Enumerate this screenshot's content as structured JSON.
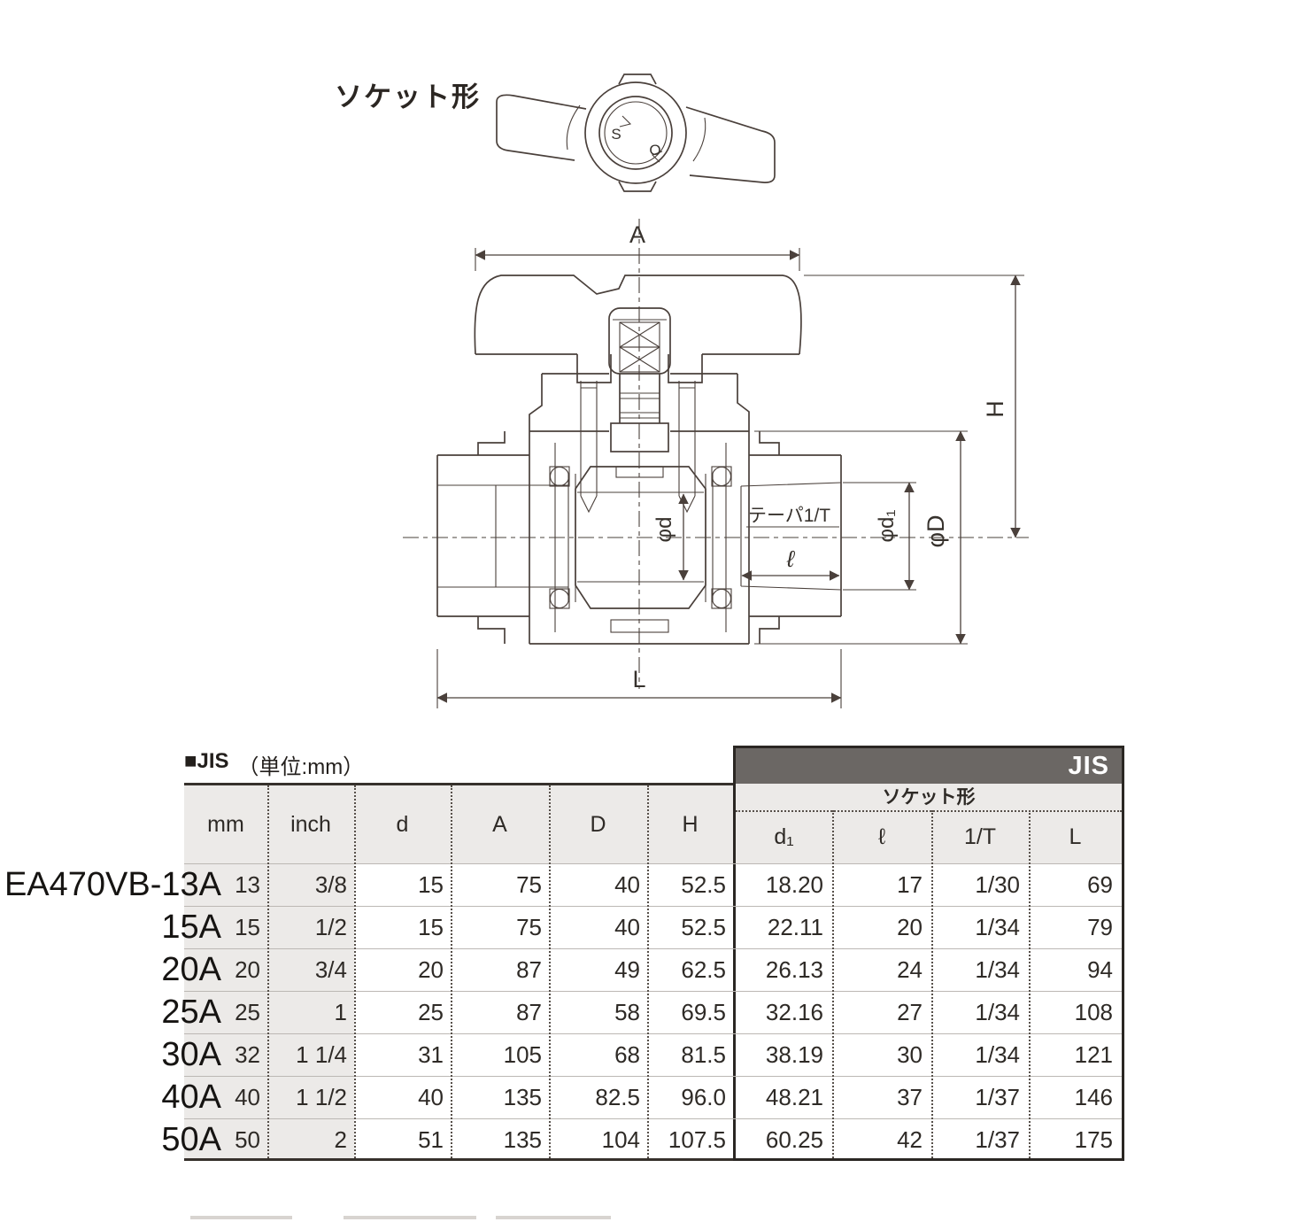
{
  "drawing": {
    "title": "ソケット形",
    "top_view_markings": {
      "shut": "S",
      "open": "O"
    },
    "dim_labels": {
      "A": "A",
      "H": "H",
      "L": "L",
      "phi_d": "φd",
      "phi_d1": "φd₁",
      "phi_D": "φD",
      "ell": "ℓ",
      "taper": "テーパ1/T"
    }
  },
  "table": {
    "section_label": "■JIS",
    "unit_label": "（単位:mm）",
    "corner_badge": "JIS",
    "group_header": "ソケット形",
    "columns_left": [
      "mm",
      "inch",
      "d",
      "A",
      "D",
      "H"
    ],
    "columns_right": [
      "d₁",
      "ℓ",
      "1/T",
      "L"
    ],
    "rows": [
      {
        "model": "EA470VB-13A",
        "mm": "13",
        "inch": "3/8",
        "d": "15",
        "A": "75",
        "D": "40",
        "H": "52.5",
        "d1": "18.20",
        "ell": "17",
        "oneT": "1/30",
        "L": "69"
      },
      {
        "model": "15A",
        "mm": "15",
        "inch": "1/2",
        "d": "15",
        "A": "75",
        "D": "40",
        "H": "52.5",
        "d1": "22.11",
        "ell": "20",
        "oneT": "1/34",
        "L": "79"
      },
      {
        "model": "20A",
        "mm": "20",
        "inch": "3/4",
        "d": "20",
        "A": "87",
        "D": "49",
        "H": "62.5",
        "d1": "26.13",
        "ell": "24",
        "oneT": "1/34",
        "L": "94"
      },
      {
        "model": "25A",
        "mm": "25",
        "inch": "1",
        "d": "25",
        "A": "87",
        "D": "58",
        "H": "69.5",
        "d1": "32.16",
        "ell": "27",
        "oneT": "1/34",
        "L": "108"
      },
      {
        "model": "30A",
        "mm": "32",
        "inch": "1 1/4",
        "d": "31",
        "A": "105",
        "D": "68",
        "H": "81.5",
        "d1": "38.19",
        "ell": "30",
        "oneT": "1/34",
        "L": "121"
      },
      {
        "model": "40A",
        "mm": "40",
        "inch": "1 1/2",
        "d": "40",
        "A": "135",
        "D": "82.5",
        "H": "96.0",
        "d1": "48.21",
        "ell": "37",
        "oneT": "1/37",
        "L": "146"
      },
      {
        "model": "50A",
        "mm": "50",
        "inch": "2",
        "d": "51",
        "A": "135",
        "D": "104",
        "H": "107.5",
        "d1": "60.25",
        "ell": "42",
        "oneT": "1/37",
        "L": "175"
      }
    ]
  },
  "colors": {
    "line": "#4a403b",
    "dark_bar": "#6b6764",
    "light_gray": "#eceae8",
    "border": "#2b2723",
    "text": "#2e2a26"
  }
}
